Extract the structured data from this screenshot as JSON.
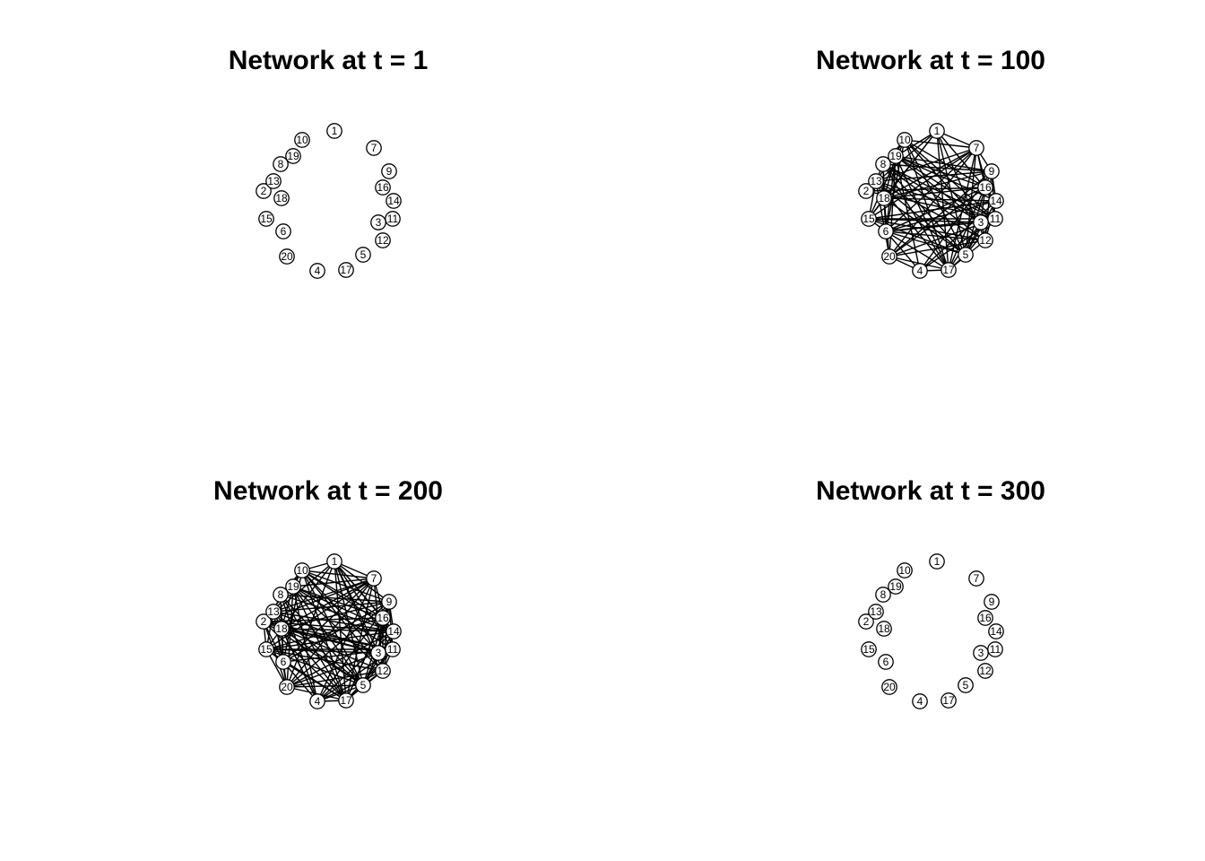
{
  "panels": [
    {
      "title": "Network at t = 1",
      "edge_density": 0
    },
    {
      "title": "Network at t = 100",
      "edge_density": 0.55
    },
    {
      "title": "Network at t = 200",
      "edge_density": 0.7
    },
    {
      "title": "Network at t = 300",
      "edge_density": 0
    }
  ],
  "nodes": [
    "1",
    "7",
    "9",
    "16",
    "14",
    "11",
    "3",
    "12",
    "5",
    "17",
    "4",
    "20",
    "6",
    "15",
    "2",
    "13",
    "18",
    "8",
    "19",
    "10"
  ],
  "colors": {
    "node_fill": "#ffffff",
    "stroke": "#000000",
    "background": "#ffffff"
  }
}
